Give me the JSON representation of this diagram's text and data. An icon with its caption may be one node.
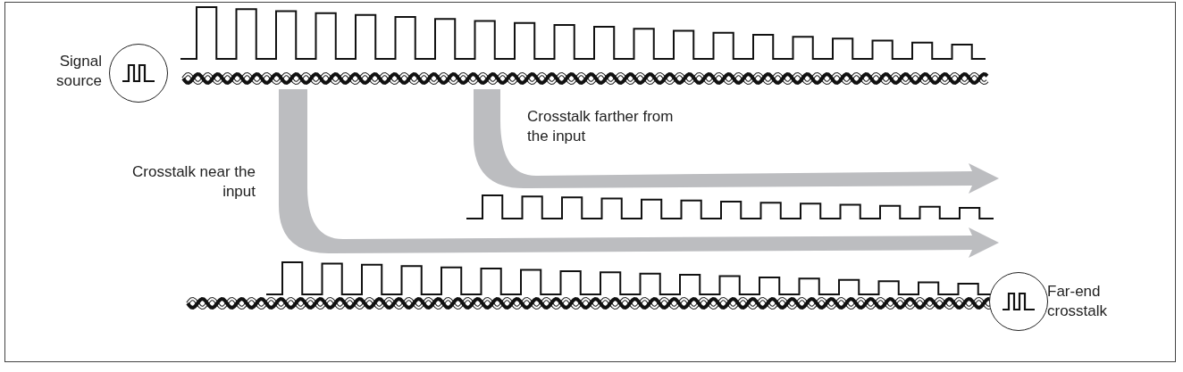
{
  "diagram": {
    "nodes": [
      {
        "text": [],
        "shape": "circle",
        "beside": [
          "Signal source"
        ]
      },
      {
        "text": [],
        "shape": "circle",
        "beside": [
          "Far-end crosstalk"
        ]
      }
    ],
    "edges": [],
    "labels": [
      "Crosstalk farther from the input",
      "Crosstalk near the input"
    ]
  }
}
